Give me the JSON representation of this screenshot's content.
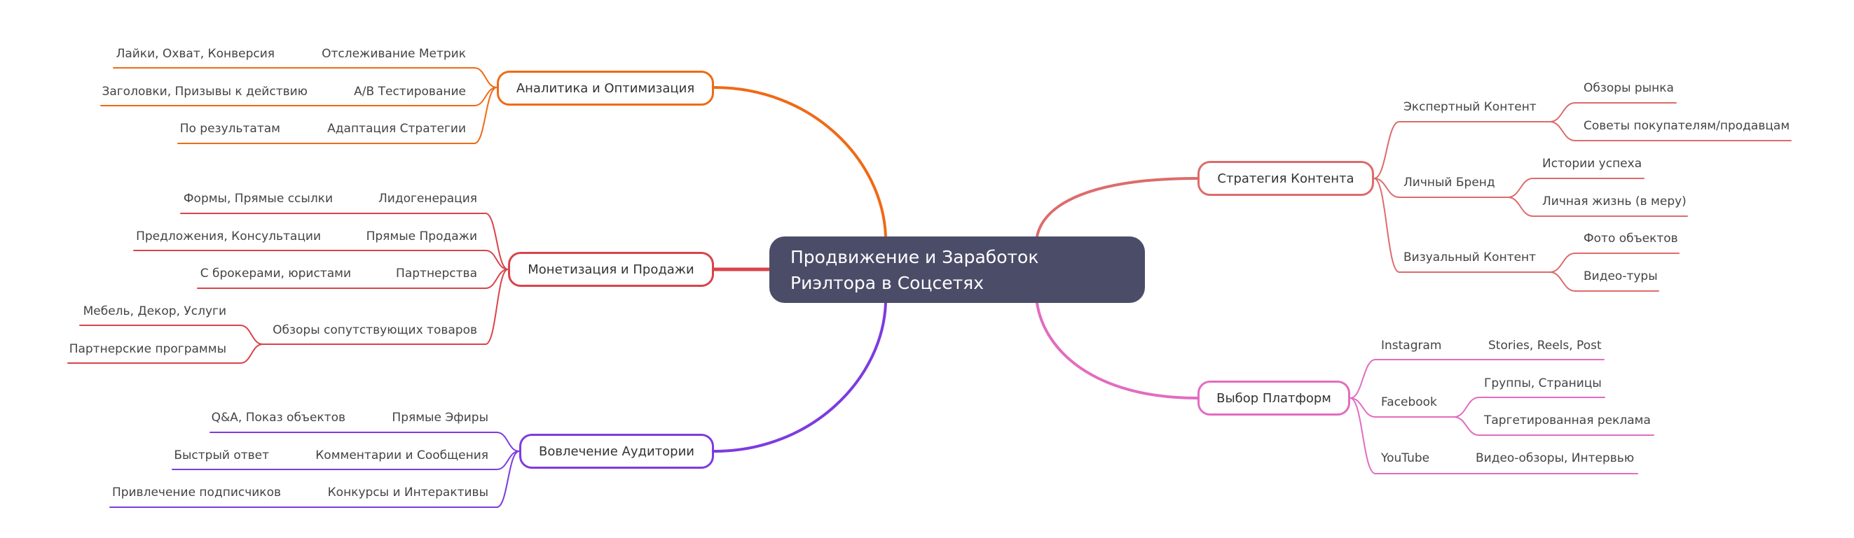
{
  "root": {
    "line1": "Продвижение и Заработок",
    "line2": "Риэлтора в Соцсетях"
  },
  "colors": {
    "analytics": "#ef6a16",
    "monetization": "#d9434b",
    "engagement": "#7d3be0",
    "content": "#dd6b6b",
    "platforms": "#e26cc0",
    "root_bg": "#4b4d68"
  },
  "branches": {
    "analytics": {
      "label": "Аналитика и Оптимизация",
      "children": [
        {
          "label": "Отслеживание Метрик",
          "leaf": "Лайки, Охват, Конверсия"
        },
        {
          "label": "A/B Тестирование",
          "leaf": "Заголовки, Призывы к действию"
        },
        {
          "label": "Адаптация Стратегии",
          "leaf": "По результатам"
        }
      ]
    },
    "monetization": {
      "label": "Монетизация и Продажи",
      "children": [
        {
          "label": "Лидогенерация",
          "leaf": "Формы, Прямые ссылки"
        },
        {
          "label": "Прямые Продажи",
          "leaf": "Предложения, Консультации"
        },
        {
          "label": "Партнерства",
          "leaf": "С брокерами, юристами"
        },
        {
          "label": "Обзоры сопутствующих товаров",
          "leaves": [
            "Мебель, Декор, Услуги",
            "Партнерские программы"
          ]
        }
      ]
    },
    "engagement": {
      "label": "Вовлечение Аудитории",
      "children": [
        {
          "label": "Прямые Эфиры",
          "leaf": "Q&A, Показ объектов"
        },
        {
          "label": "Комментарии и Сообщения",
          "leaf": "Быстрый ответ"
        },
        {
          "label": "Конкурсы и Интерактивы",
          "leaf": "Привлечение подписчиков"
        }
      ]
    },
    "content": {
      "label": "Стратегия Контента",
      "children": [
        {
          "label": "Экспертный Контент",
          "leaves": [
            "Обзоры рынка",
            "Советы покупателям/продавцам"
          ]
        },
        {
          "label": "Личный Бренд",
          "leaves": [
            "Истории успеха",
            "Личная жизнь (в меру)"
          ]
        },
        {
          "label": "Визуальный Контент",
          "leaves": [
            "Фото объектов",
            "Видео-туры"
          ]
        }
      ]
    },
    "platforms": {
      "label": "Выбор Платформ",
      "children": [
        {
          "label": "Instagram",
          "leaf": "Stories, Reels, Post"
        },
        {
          "label": "Facebook",
          "leaves": [
            "Группы, Страницы",
            "Таргетированная реклама"
          ]
        },
        {
          "label": "YouTube",
          "leaf": "Видео-обзоры, Интервью"
        }
      ]
    }
  }
}
